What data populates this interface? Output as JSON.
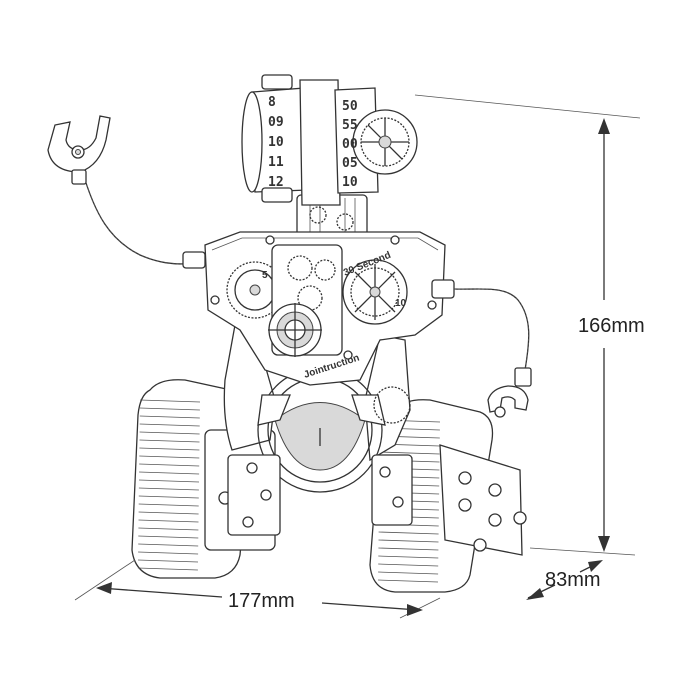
{
  "dimensions": {
    "height_label": "166mm",
    "width_label": "177mm",
    "depth_label": "83mm"
  },
  "clock_dials": {
    "left_column": [
      "8",
      "09",
      "10",
      "11",
      "12"
    ],
    "right_column": [
      "50",
      "55",
      "00",
      "05",
      "10"
    ]
  },
  "body_markings": {
    "seconds_label": "30 Second",
    "seconds_ten": "10",
    "seconds_gear_mark": "5",
    "brand": "Jointruction"
  },
  "colors": {
    "line": "#333333",
    "fill": "#ffffff",
    "shade": "#d9d9d9"
  }
}
